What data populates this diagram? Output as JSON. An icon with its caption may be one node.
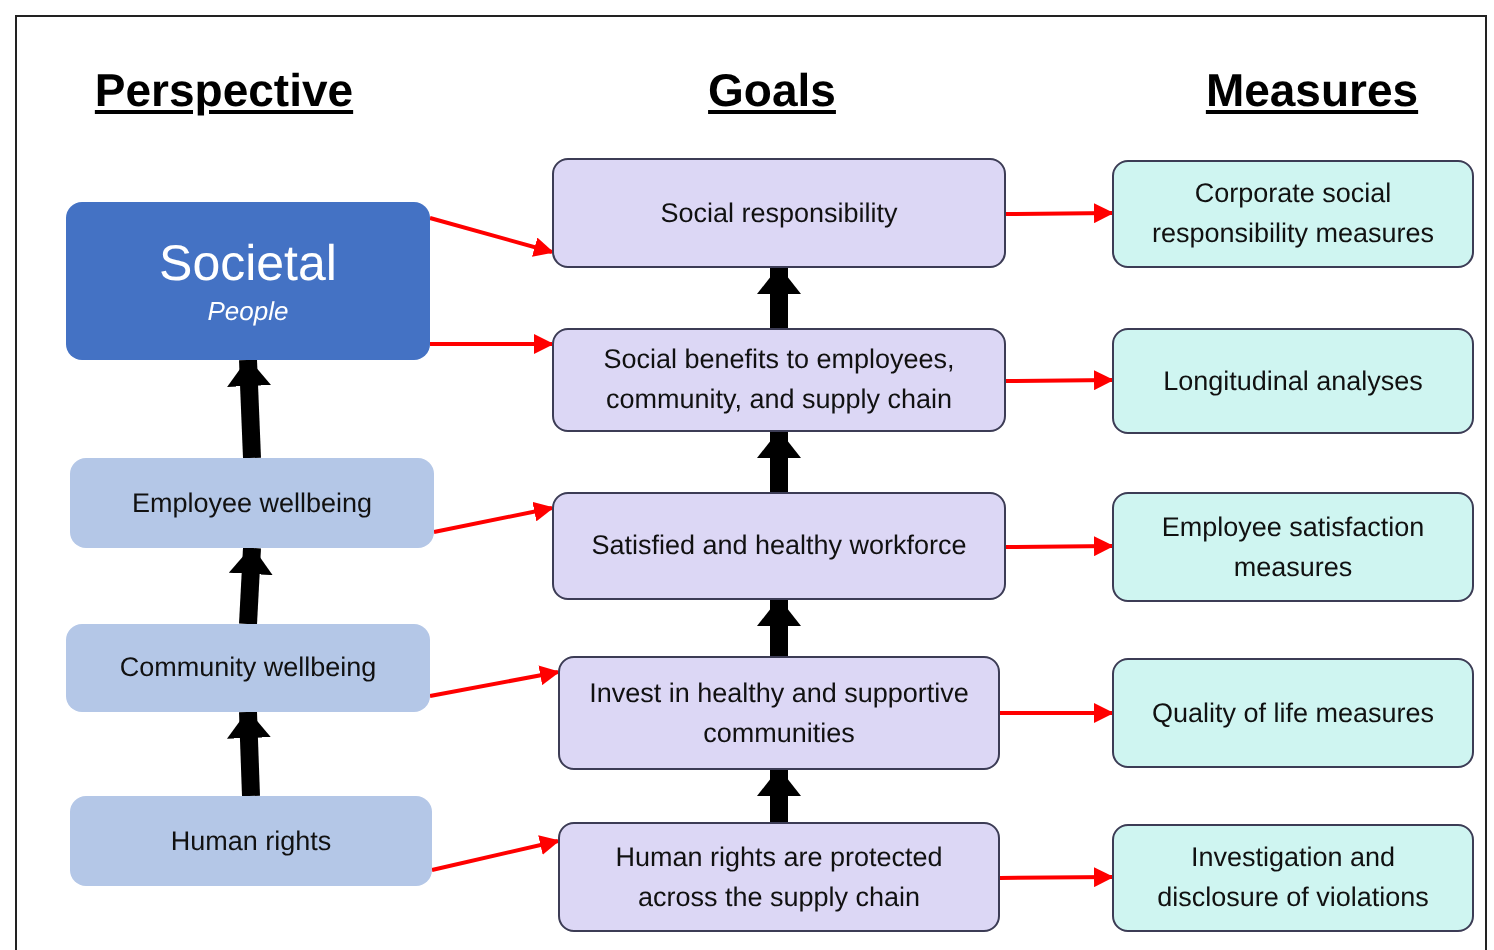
{
  "diagram": {
    "nodes": [
      {
        "text": [
          "Societal",
          "People"
        ]
      },
      {
        "text": [
          "Employee wellbeing"
        ]
      },
      {
        "text": [
          "Community wellbeing"
        ]
      },
      {
        "text": [
          "Human rights"
        ]
      },
      {
        "text": [
          "Social responsibility"
        ]
      },
      {
        "text": [
          "Social benefits to employees, community, and supply chain"
        ]
      },
      {
        "text": [
          "Satisfied and healthy workforce"
        ]
      },
      {
        "text": [
          "Invest in healthy and supportive communities"
        ]
      },
      {
        "text": [
          "Human rights are protected across the supply chain"
        ]
      },
      {
        "text": [
          "Corporate social responsibility measures"
        ]
      },
      {
        "text": [
          "Longitudinal analyses"
        ]
      },
      {
        "text": [
          "Employee satisfaction measures"
        ]
      },
      {
        "text": [
          "Quality of life measures"
        ]
      },
      {
        "text": [
          "Investigation and disclosure of violations"
        ]
      }
    ],
    "edges": [
      {
        "from": 1,
        "to": 0,
        "arrow": "to",
        "style": "thick",
        "color": "#000000"
      },
      {
        "from": 2,
        "to": 1,
        "arrow": "to",
        "style": "thick",
        "color": "#000000"
      },
      {
        "from": 3,
        "to": 2,
        "arrow": "to",
        "style": "thick",
        "color": "#000000"
      },
      {
        "from": 5,
        "to": 4,
        "arrow": "to",
        "style": "thick",
        "color": "#000000"
      },
      {
        "from": 6,
        "to": 5,
        "arrow": "to",
        "style": "thick",
        "color": "#000000"
      },
      {
        "from": 7,
        "to": 6,
        "arrow": "to",
        "style": "thick",
        "color": "#000000"
      },
      {
        "from": 8,
        "to": 7,
        "arrow": "to",
        "style": "thick",
        "color": "#000000"
      },
      {
        "from": 0,
        "to": 4,
        "arrow": "to"
      },
      {
        "from": 0,
        "to": 5,
        "arrow": "to"
      },
      {
        "from": 1,
        "to": 6,
        "arrow": "to"
      },
      {
        "from": 2,
        "to": 7,
        "arrow": "to"
      },
      {
        "from": 3,
        "to": 8,
        "arrow": "to"
      },
      {
        "from": 4,
        "to": 9,
        "arrow": "to"
      },
      {
        "from": 5,
        "to": 10,
        "arrow": "to"
      },
      {
        "from": 6,
        "to": 11,
        "arrow": "to"
      },
      {
        "from": 7,
        "to": 12,
        "arrow": "to"
      },
      {
        "from": 8,
        "to": 13,
        "arrow": "to"
      }
    ],
    "labels": [
      "Perspective",
      "Goals",
      "Measures"
    ]
  }
}
